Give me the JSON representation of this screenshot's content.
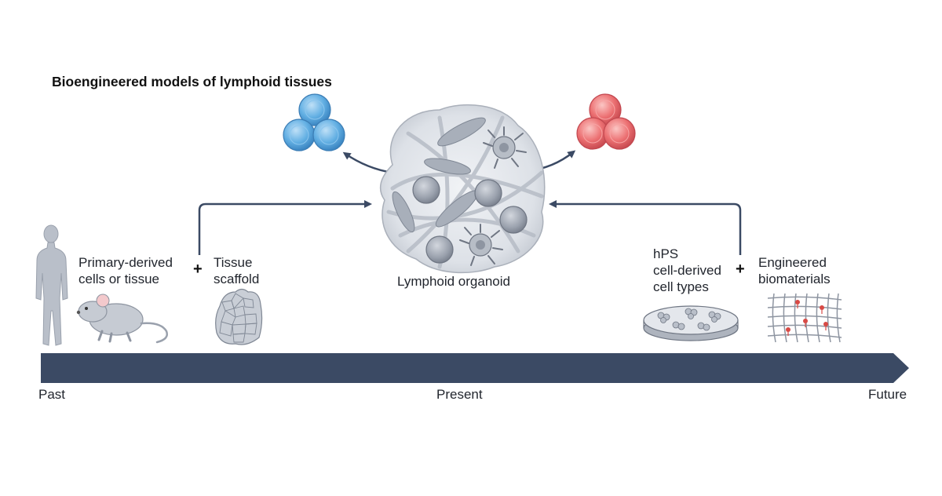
{
  "title": "Bioengineered models of lymphoid tissues",
  "labels": {
    "primary": [
      "Primary-derived",
      "cells or tissue"
    ],
    "scaffold": [
      "Tissue",
      "scaffold"
    ],
    "organoid": "Lymphoid organoid",
    "hps": [
      "hPS",
      "cell-derived",
      "cell types"
    ],
    "biomaterials": [
      "Engineered",
      "biomaterials"
    ],
    "plus": "+"
  },
  "timeline": {
    "past": "Past",
    "present": "Present",
    "future": "Future"
  },
  "colors": {
    "timeline": "#3b4a64",
    "arrow": "#3b4a64",
    "blue_cell": "#5aa9e0",
    "red_cell": "#e8686c",
    "organoid_body": "#e3e6ec",
    "cell_gray": "#9aa1ad",
    "human": "#b9bfc9",
    "dot": "#d84a45"
  },
  "icons": {
    "human": "human-figure-icon",
    "mouse": "mouse-icon",
    "scaffold": "tissue-scaffold-icon",
    "organoid": "lymphoid-organoid-icon",
    "blue_cells": "blue-cell-cluster-icon",
    "red_cells": "red-cell-cluster-icon",
    "dish": "petri-dish-icon",
    "mesh": "biomaterial-mesh-icon"
  }
}
